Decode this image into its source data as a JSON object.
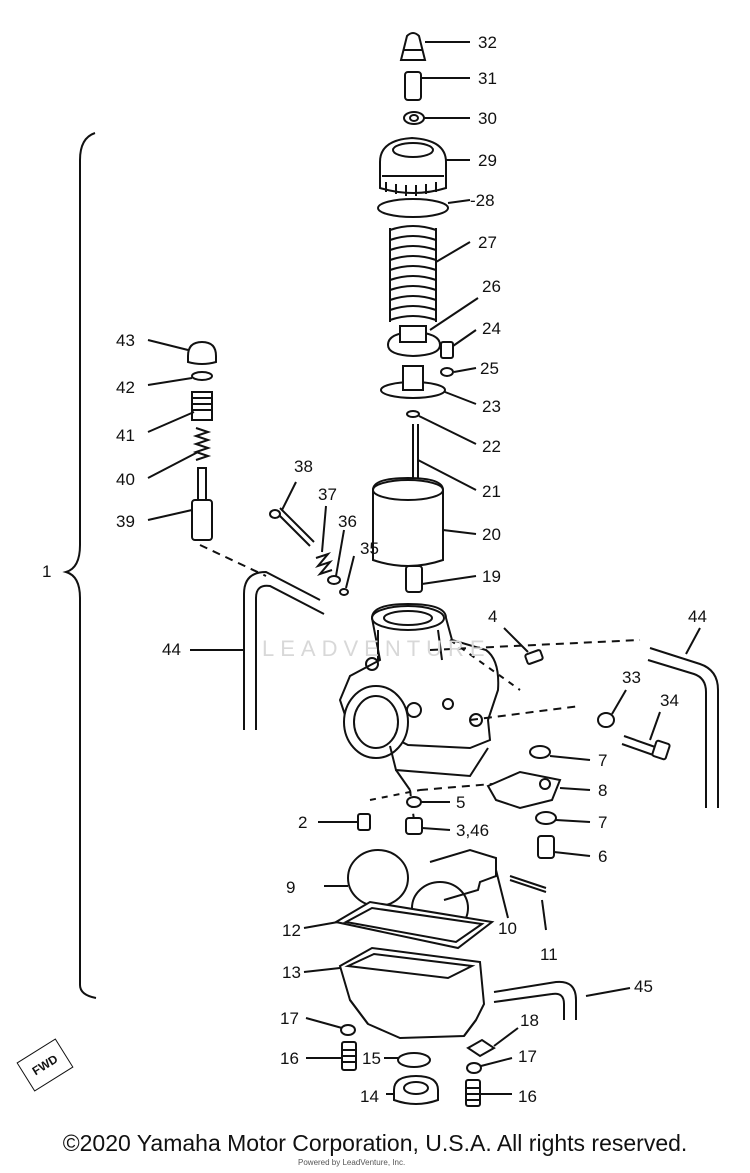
{
  "callouts": [
    {
      "id": "32",
      "text": "32"
    },
    {
      "id": "31",
      "text": "31"
    },
    {
      "id": "30",
      "text": "30"
    },
    {
      "id": "29",
      "text": "29"
    },
    {
      "id": "28",
      "text": "-28"
    },
    {
      "id": "27",
      "text": "27"
    },
    {
      "id": "26",
      "text": "26"
    },
    {
      "id": "24",
      "text": "24"
    },
    {
      "id": "25",
      "text": "25"
    },
    {
      "id": "23",
      "text": "23"
    },
    {
      "id": "22",
      "text": "22"
    },
    {
      "id": "21",
      "text": "21"
    },
    {
      "id": "20",
      "text": "20"
    },
    {
      "id": "19",
      "text": "19"
    },
    {
      "id": "43",
      "text": "43"
    },
    {
      "id": "42",
      "text": "42"
    },
    {
      "id": "41",
      "text": "41"
    },
    {
      "id": "40",
      "text": "40"
    },
    {
      "id": "39",
      "text": "39"
    },
    {
      "id": "38",
      "text": "38"
    },
    {
      "id": "37",
      "text": "37"
    },
    {
      "id": "36",
      "text": "36"
    },
    {
      "id": "35",
      "text": "35"
    },
    {
      "id": "1",
      "text": "1"
    },
    {
      "id": "44a",
      "text": "44"
    },
    {
      "id": "44b",
      "text": "44"
    },
    {
      "id": "4",
      "text": "4"
    },
    {
      "id": "33",
      "text": "33"
    },
    {
      "id": "34",
      "text": "34"
    },
    {
      "id": "7a",
      "text": "7"
    },
    {
      "id": "8",
      "text": "8"
    },
    {
      "id": "5",
      "text": "5"
    },
    {
      "id": "7b",
      "text": "7"
    },
    {
      "id": "2",
      "text": "2"
    },
    {
      "id": "3_46",
      "text": "3,46"
    },
    {
      "id": "6",
      "text": "6"
    },
    {
      "id": "9",
      "text": "9"
    },
    {
      "id": "10",
      "text": "10"
    },
    {
      "id": "11",
      "text": "11"
    },
    {
      "id": "12",
      "text": "12"
    },
    {
      "id": "13",
      "text": "13"
    },
    {
      "id": "45",
      "text": "45"
    },
    {
      "id": "17a",
      "text": "17"
    },
    {
      "id": "18",
      "text": "18"
    },
    {
      "id": "16a",
      "text": "16"
    },
    {
      "id": "15",
      "text": "15"
    },
    {
      "id": "17b",
      "text": "17"
    },
    {
      "id": "14",
      "text": "14"
    },
    {
      "id": "16b",
      "text": "16"
    }
  ],
  "fwd_label": "FWD",
  "watermark": "LEADVENTURE",
  "footer": "©2020 Yamaha Motor Corporation, U.S.A. All rights reserved.",
  "footer_sub": "Powered by LeadVenture, Inc."
}
